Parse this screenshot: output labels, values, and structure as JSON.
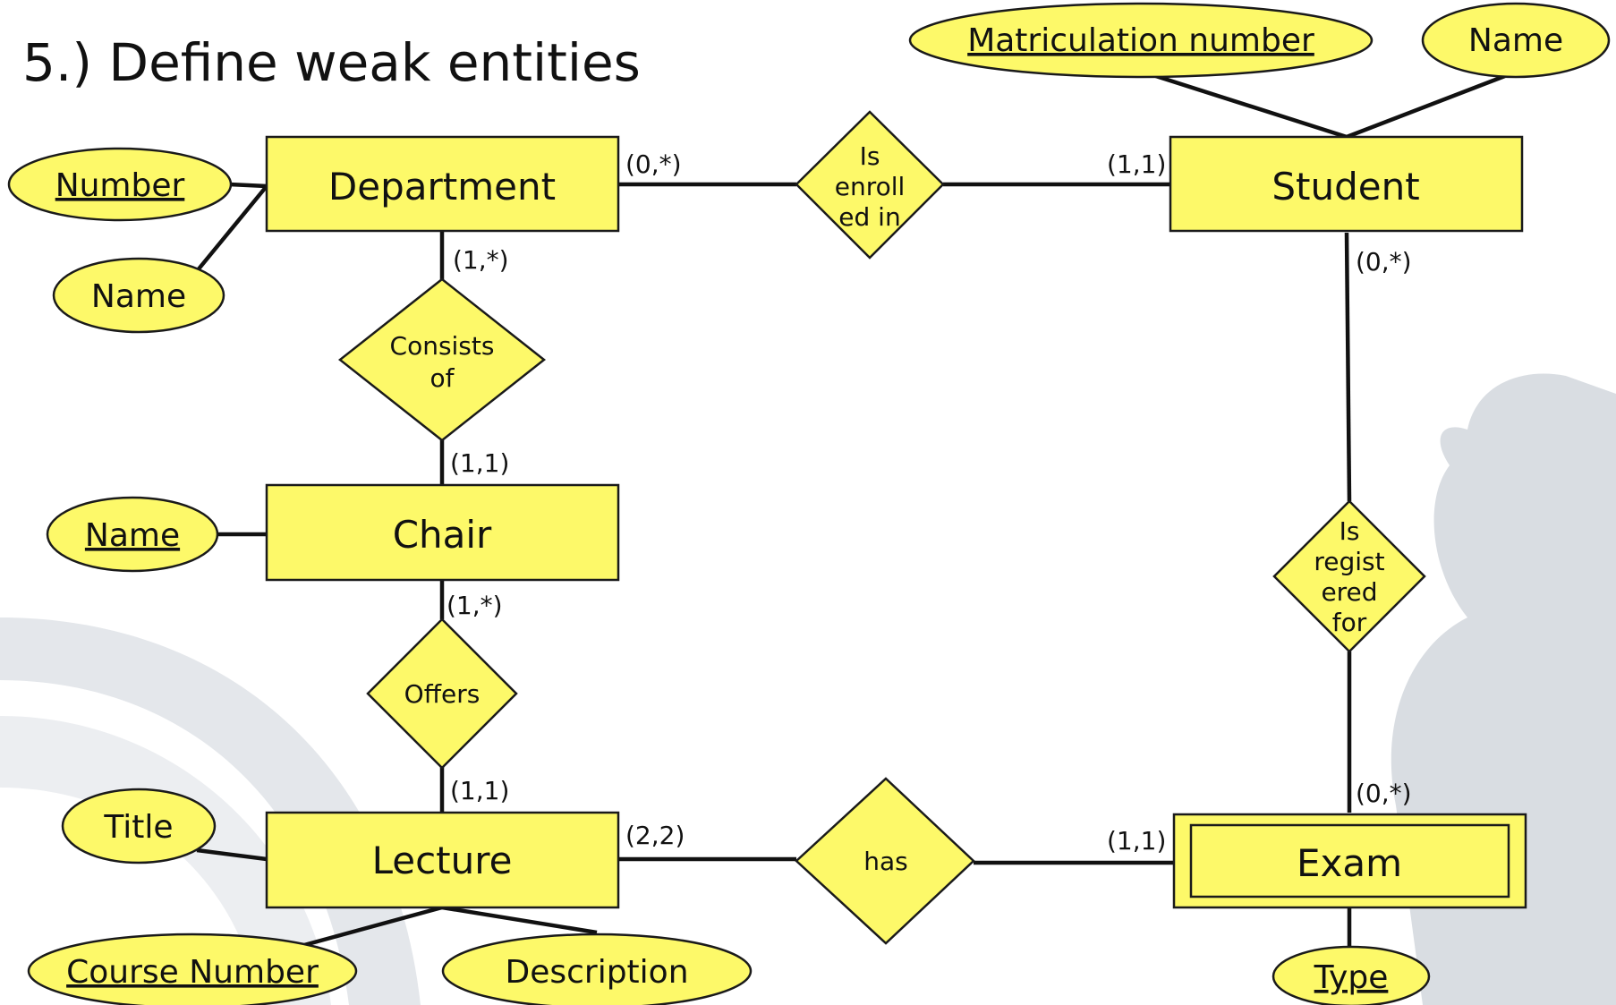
{
  "title": "5.) Define weak entities",
  "colors": {
    "fill": "#fdf969",
    "stroke": "#1a1a1a",
    "line": "#111111",
    "background_shape": "#d9dde2"
  },
  "entities": {
    "department": "Department",
    "student": "Student",
    "chair": "Chair",
    "lecture": "Lecture",
    "exam": "Exam"
  },
  "attributes": {
    "matriculation_number": "Matriculation number",
    "student_name": "Name",
    "department_number": "Number",
    "department_name": "Name",
    "chair_name": "Name",
    "lecture_title": "Title",
    "course_number": "Course Number",
    "description": "Description",
    "exam_type": "Type"
  },
  "relationships": {
    "is_enrolled_in": [
      "Is",
      "enroll",
      "ed in"
    ],
    "consists_of": [
      "Consists",
      "of"
    ],
    "offers": [
      "Offers"
    ],
    "is_registered_for": [
      "Is",
      "regist",
      "ered",
      "for"
    ],
    "has": [
      "has"
    ]
  },
  "cardinalities": {
    "department_enrolled": "(0,*)",
    "student_enrolled": "(1,1)",
    "department_consists": "(1,*)",
    "chair_consists": "(1,1)",
    "chair_offers": "(1,*)",
    "lecture_offers": "(1,1)",
    "lecture_has": "(2,2)",
    "exam_has": "(1,1)",
    "student_registered": "(0,*)",
    "exam_registered": "(0,*)"
  }
}
